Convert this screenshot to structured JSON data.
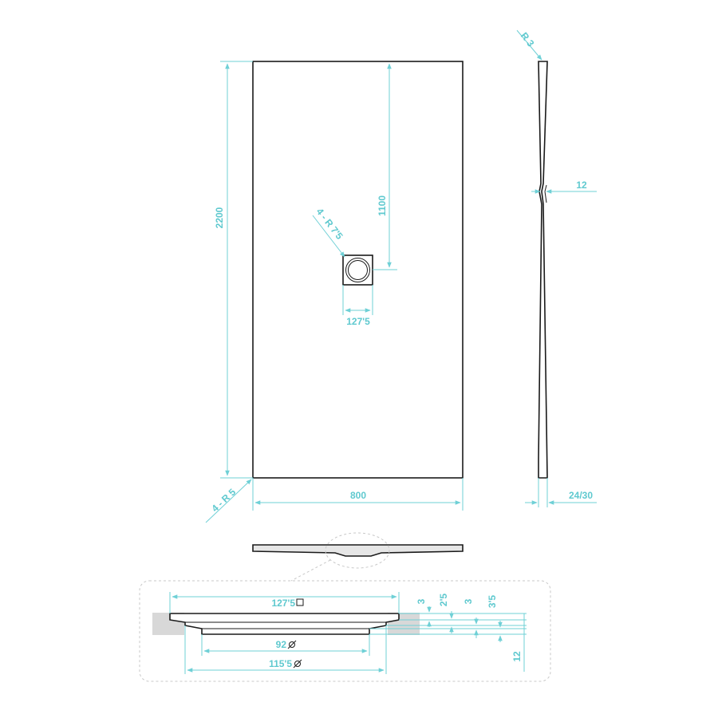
{
  "plan_view": {
    "width_label": "800",
    "length_label": "2200",
    "drain_offset_label": "1100",
    "drain_size_label": "127'5",
    "drain_radius_label": "4 - R 7'5",
    "corner_radius_label": "4 - R 5"
  },
  "side_view": {
    "top_radius_label": "R 3",
    "drain_depth_label": "12",
    "thickness_label": "24/30"
  },
  "drain_detail": {
    "outer_width_label": "127'5",
    "inner_diameter_label": "92",
    "flange_diameter_label": "115'5",
    "step_labels": [
      "3",
      "2'5",
      "3",
      "3'5"
    ],
    "depth_label": "12"
  }
}
